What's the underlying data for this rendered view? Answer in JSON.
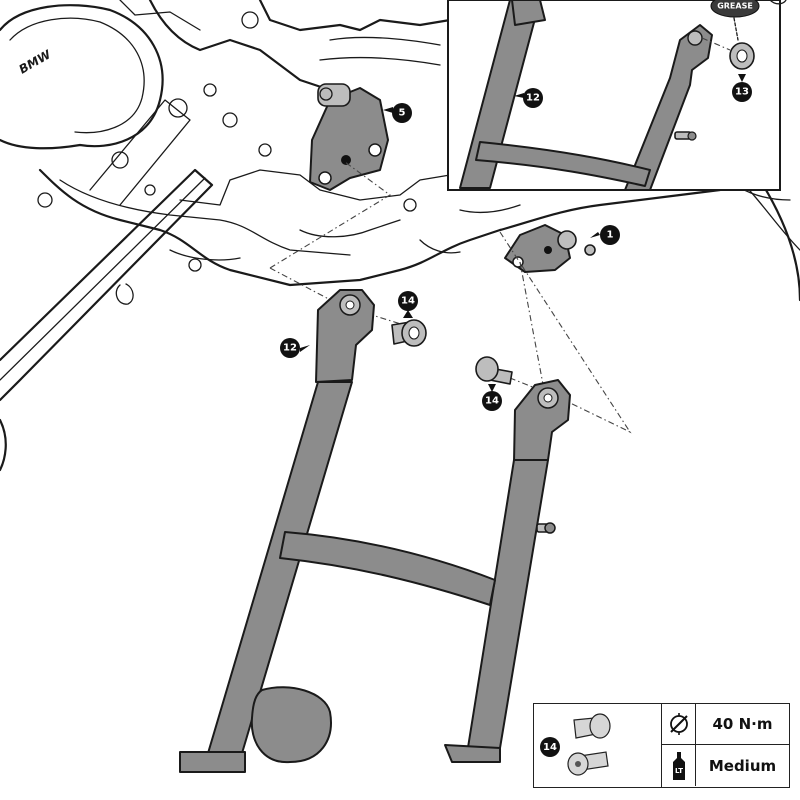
{
  "diagram": {
    "engine_logo": "BMW",
    "grease_label": "GREASE",
    "callouts": {
      "bracket_left": "5",
      "bracket_right": "1",
      "stand_inset": "12",
      "stand_main": "12",
      "bushing_inset": "13",
      "bolt_left": "14",
      "bolt_right": "14"
    }
  },
  "spec_table": {
    "part_number": "14",
    "torque": "40 N·m",
    "threadlocker": "Medium",
    "torque_icon": "torque-wrench-icon",
    "threadlocker_icon": "loctite-bottle-icon",
    "threadlocker_icon_label": "LT"
  }
}
